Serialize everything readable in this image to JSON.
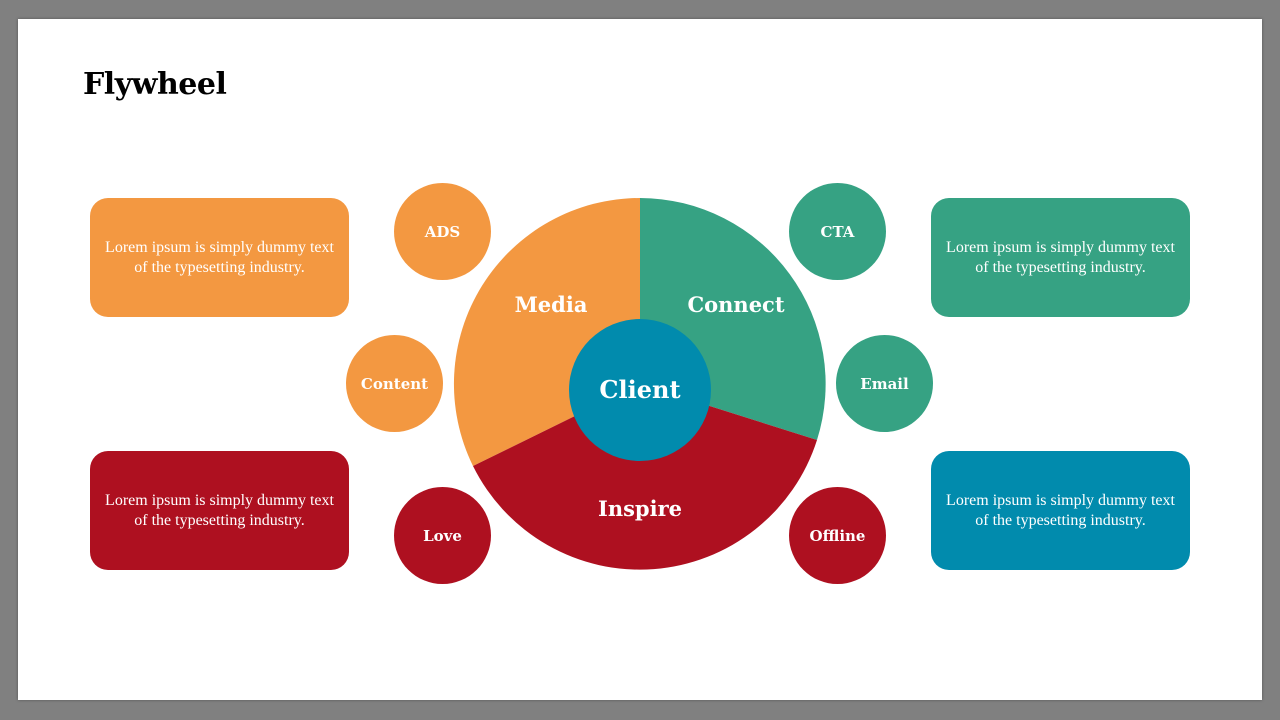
{
  "title": "Flywheel",
  "colors": {
    "orange": "#F39841",
    "green": "#36A283",
    "red": "#AE1020",
    "blue": "#018BAD",
    "text_on_color": "#FFFFFF"
  },
  "wheel": {
    "center_label": "Client",
    "segments": [
      {
        "label": "Media",
        "color": "#F39841"
      },
      {
        "label": "Connect",
        "color": "#36A283"
      },
      {
        "label": "Inspire",
        "color": "#AE1020"
      }
    ]
  },
  "bubbles": {
    "ads": {
      "label": "ADS",
      "color": "#F39841"
    },
    "content": {
      "label": "Content",
      "color": "#F39841"
    },
    "love": {
      "label": "Love",
      "color": "#AE1020"
    },
    "cta": {
      "label": "CTA",
      "color": "#36A283"
    },
    "email": {
      "label": "Email",
      "color": "#36A283"
    },
    "offline": {
      "label": "Offline",
      "color": "#AE1020"
    }
  },
  "boxes": {
    "top_left": {
      "text": "Lorem ipsum is simply dummy text of the typesetting industry.",
      "color": "#F39841"
    },
    "bottom_left": {
      "text": "Lorem ipsum is simply dummy text of the typesetting industry.",
      "color": "#AE1020"
    },
    "top_right": {
      "text": "Lorem ipsum is simply dummy text of the typesetting industry.",
      "color": "#36A283"
    },
    "bottom_right": {
      "text": "Lorem ipsum is simply dummy text of the typesetting industry.",
      "color": "#018BAD"
    }
  }
}
